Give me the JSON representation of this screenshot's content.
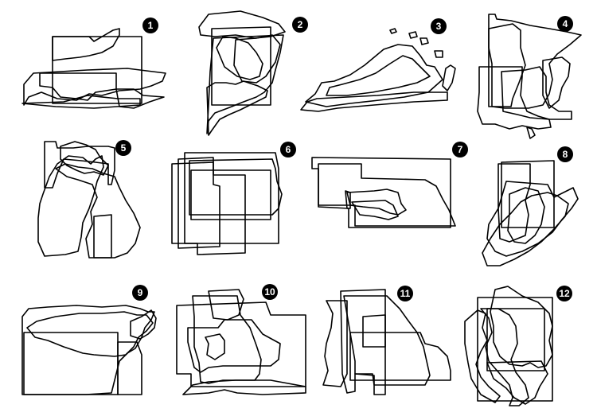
{
  "puzzles": [
    {
      "number": "1"
    },
    {
      "number": "2"
    },
    {
      "number": "3"
    },
    {
      "number": "4"
    },
    {
      "number": "5"
    },
    {
      "number": "6"
    },
    {
      "number": "7"
    },
    {
      "number": "8"
    },
    {
      "number": "9"
    },
    {
      "number": "10"
    },
    {
      "number": "11"
    },
    {
      "number": "12"
    }
  ],
  "colors": {
    "outline": "#000000",
    "badge": "#000000",
    "badge_text": "#ffffff",
    "background": "#ffffff"
  }
}
